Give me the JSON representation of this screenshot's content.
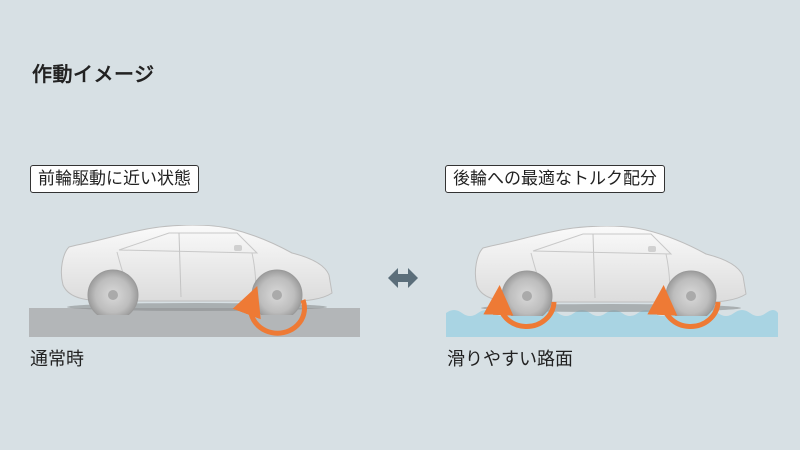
{
  "title": "作動イメージ",
  "left": {
    "label": "前輪駆動に近い状態",
    "caption": "通常時"
  },
  "right": {
    "label": "後輪への最適なトルク配分",
    "caption": "滑りやすい路面"
  },
  "colors": {
    "background": "#d7e0e4",
    "road": "#b3b6b8",
    "water": "#a9d4e3",
    "arrow": "#ee7a35",
    "switch_arrow": "#5b6e7a"
  }
}
